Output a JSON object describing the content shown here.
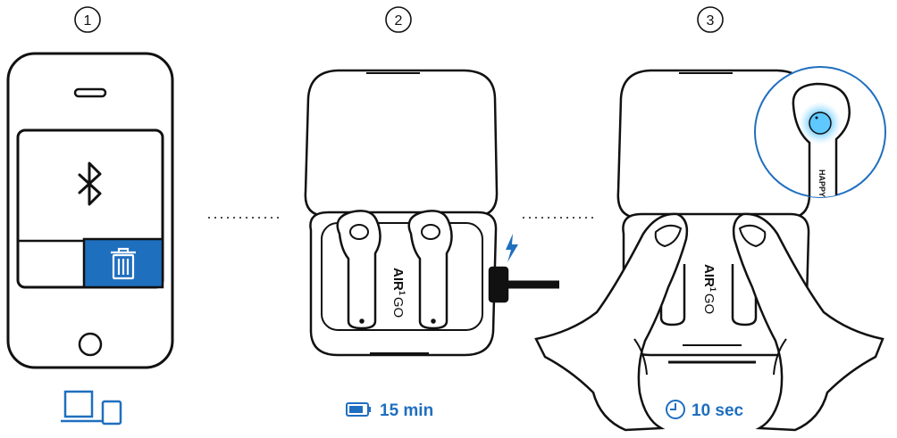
{
  "steps": [
    {
      "number": "1",
      "caption": "",
      "icon": "devices-icon"
    },
    {
      "number": "2",
      "caption": "15 min",
      "icon": "battery-icon"
    },
    {
      "number": "3",
      "caption": "10 sec",
      "icon": "clock-icon"
    }
  ],
  "case_brand": {
    "name": "AIR",
    "superscript": "1",
    "suffix": "GO"
  },
  "earbud_stem_text": "HAPPY",
  "colors": {
    "accent": "#1f6fbf",
    "outline": "#111111",
    "glow": "#5ec8ff"
  }
}
